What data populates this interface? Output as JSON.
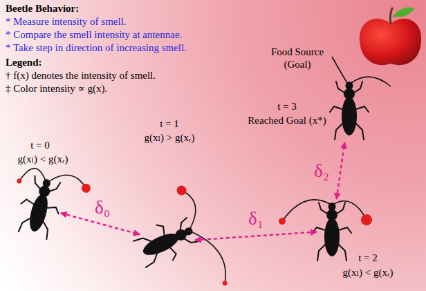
{
  "diagram": {
    "nodes": [
      {
        "text": [
          "t = 0",
          "g(xₗ) < g(xᵣ)"
        ]
      },
      {
        "text": [
          "t = 1",
          "g(xₗ) > g(xᵣ)"
        ]
      },
      {
        "text": [
          "t = 2",
          "g(xₗ) < g(xᵣ)"
        ]
      },
      {
        "text": [
          "t = 3",
          "Reached Goal (x*)"
        ]
      }
    ],
    "edges": [
      {
        "from": 0,
        "to": 1,
        "label": "δ₀",
        "arrow": "both"
      },
      {
        "from": 1,
        "to": 2,
        "label": "δ₁",
        "arrow": "both"
      },
      {
        "from": 2,
        "to": 3,
        "label": "δ₂",
        "arrow": "both"
      }
    ],
    "labels": [
      "Beetle Behavior:",
      "* Measure intensity of smell.",
      "* Compare the smell intensity at antennae.",
      "* Take step in direction of increasing smell.",
      "Legend:",
      "Food Source (Goal)"
    ],
    "legend": [
      {
        "text": "† f(x) denotes the intensity of smell."
      },
      {
        "text": "‡ Color intensity ∝ g(x)."
      }
    ]
  }
}
